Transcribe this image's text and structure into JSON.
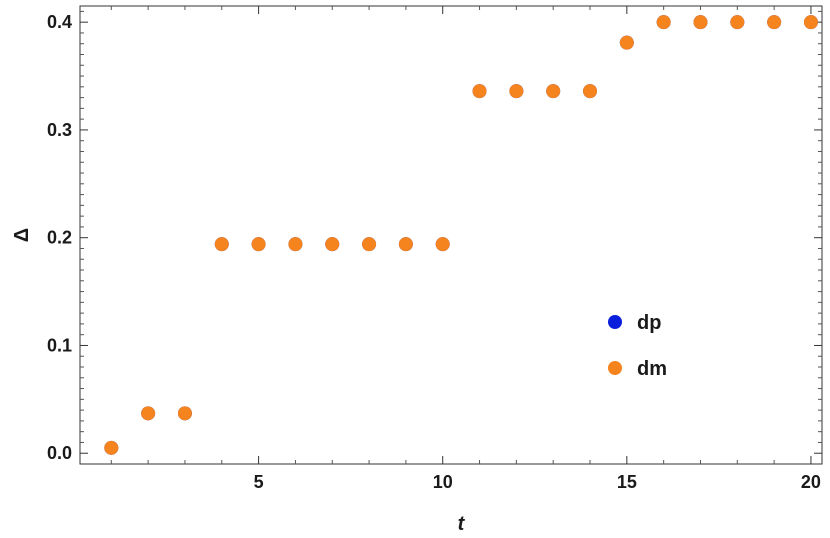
{
  "chart_data": {
    "type": "scatter",
    "title": "",
    "xlabel": "t",
    "ylabel": "Δ",
    "xlim": [
      0.15,
      20.3
    ],
    "ylim": [
      -0.01,
      0.415
    ],
    "xticks": [
      5,
      10,
      15,
      20
    ],
    "xtick_labels": [
      "5",
      "10",
      "15",
      "20"
    ],
    "yticks": [
      0.0,
      0.1,
      0.2,
      0.3,
      0.4
    ],
    "ytick_labels": [
      "0.0",
      "0.1",
      "0.2",
      "0.3",
      "0.4"
    ],
    "grid": false,
    "legend_position": "right-center",
    "series": [
      {
        "name": "dp",
        "color": "#0a1fdc",
        "x": [
          1,
          2,
          3,
          4,
          5,
          6,
          7,
          8,
          9,
          10,
          11,
          12,
          13,
          14,
          15,
          16,
          17,
          18,
          19,
          20
        ],
        "y": [
          0.005,
          0.037,
          0.037,
          0.194,
          0.194,
          0.194,
          0.194,
          0.194,
          0.194,
          0.194,
          0.336,
          0.336,
          0.336,
          0.336,
          0.381,
          0.4,
          0.4,
          0.4,
          0.4,
          0.4
        ]
      },
      {
        "name": "dm",
        "color": "#f5841f",
        "x": [
          1,
          2,
          3,
          4,
          5,
          6,
          7,
          8,
          9,
          10,
          11,
          12,
          13,
          14,
          15,
          16,
          17,
          18,
          19,
          20
        ],
        "y": [
          0.005,
          0.037,
          0.037,
          0.194,
          0.194,
          0.194,
          0.194,
          0.194,
          0.194,
          0.194,
          0.336,
          0.336,
          0.336,
          0.336,
          0.381,
          0.4,
          0.4,
          0.4,
          0.4,
          0.4
        ]
      }
    ]
  }
}
